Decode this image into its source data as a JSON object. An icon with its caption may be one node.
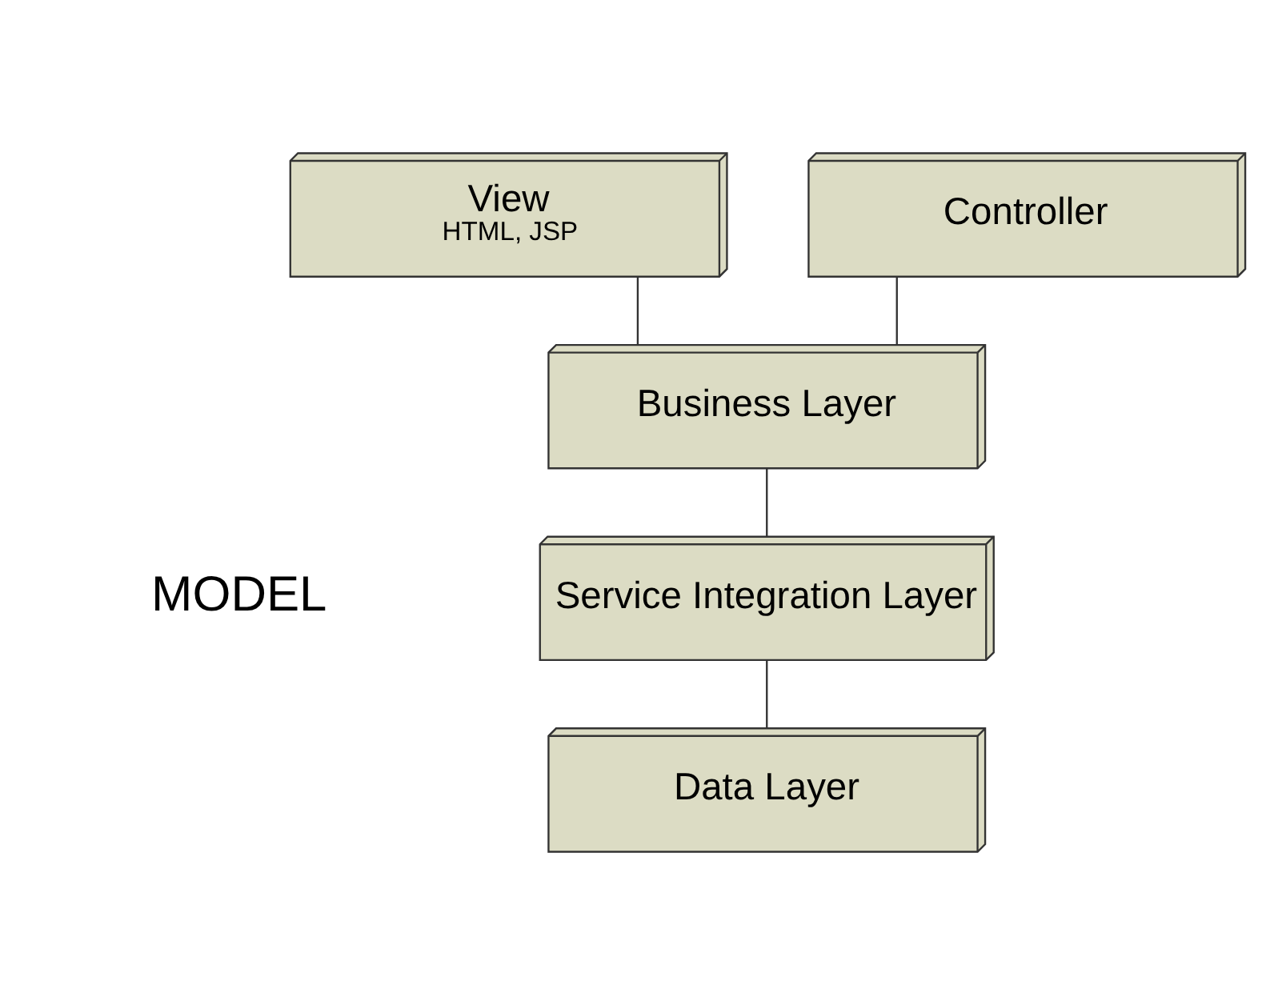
{
  "diagram": {
    "nodes": [
      {
        "text": [
          "View",
          "HTML, JSP"
        ]
      },
      {
        "text": [
          "Controller"
        ]
      },
      {
        "text": [
          "Business Layer"
        ]
      },
      {
        "text": [
          "Service Integration Layer"
        ]
      },
      {
        "text": [
          "Data Layer"
        ]
      }
    ],
    "edges": [
      {
        "from": 0,
        "to": 2,
        "arrow": "none"
      },
      {
        "from": 1,
        "to": 2,
        "arrow": "none"
      },
      {
        "from": 2,
        "to": 3,
        "arrow": "none"
      },
      {
        "from": 3,
        "to": 4,
        "arrow": "none"
      }
    ],
    "labels": [
      "MODEL"
    ]
  }
}
